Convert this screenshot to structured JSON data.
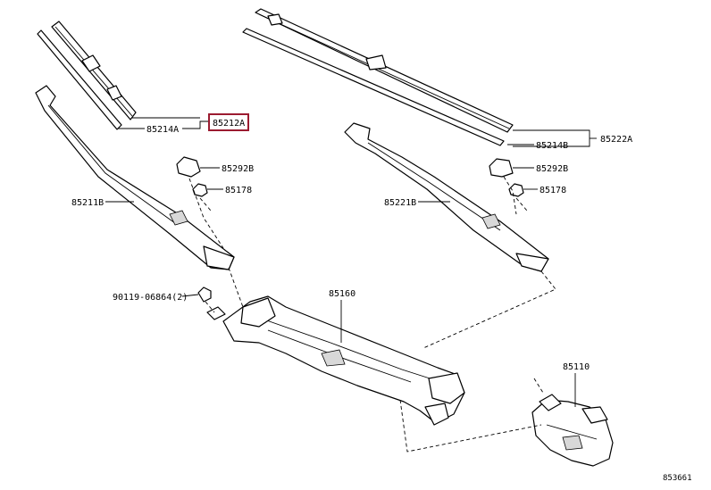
{
  "labels": {
    "p85212A": "85212A",
    "p85214A": "85214A",
    "p85222A": "85222A",
    "p85214B": "85214B",
    "p85292B_left": "85292B",
    "p85178_left": "85178",
    "p85211B": "85211B",
    "p85221B": "85221B",
    "p85292B_right": "85292B",
    "p85178_right": "85178",
    "p90119": "90119-06864(2)",
    "p85160": "85160",
    "p85110": "85110",
    "figure_id": "853661"
  },
  "colors": {
    "highlight_box": "#9b1b30",
    "line": "#000000"
  }
}
